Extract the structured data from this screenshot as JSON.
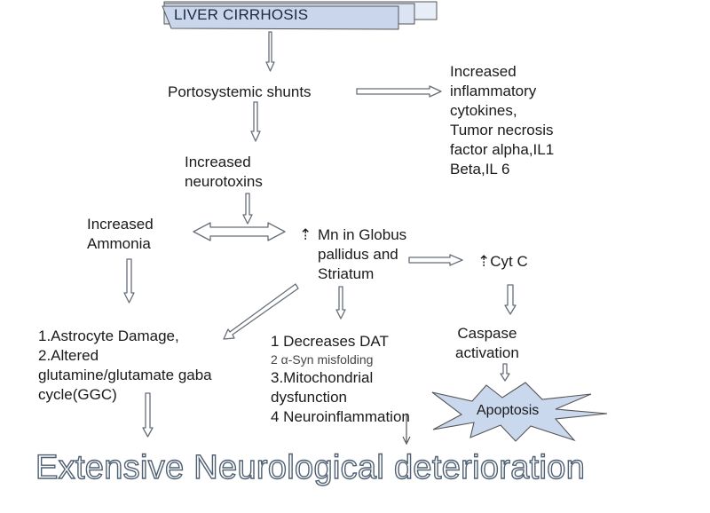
{
  "title": "LIVER CIRRHOSIS",
  "nodes": {
    "portosystemic": "Portosystemic shunts",
    "cytokines": "Increased\ninflammatory\ncytokines,\nTumor necrosis\nfactor alpha,IL1\nBeta,IL 6",
    "neurotoxins": "Increased\nneurotoxins",
    "ammonia": "Increased\nAmmonia",
    "mn_arrow": "⇡",
    "mn": "Mn in Globus\npallidus and\nStriatum",
    "cytc": "⇡Cyt C",
    "astrocyte": "1.Astrocyte Damage,\n2.Altered\nglutamine/glutamate gaba\ncycle(GGC)",
    "dat_1": "1 Decreases DAT",
    "dat_2": "2 α-Syn misfolding",
    "dat_3": "3.Mitochondrial\ndysfunction\n4 Neuroinflammation",
    "caspase": "Caspase\nactivation",
    "apoptosis": "Apoptosis"
  },
  "outcome": "Extensive Neurological deterioration",
  "colors": {
    "arrow_stroke": "#666e78",
    "arrow_fill": "#ffffff",
    "title_box": "#d3def0",
    "apoptosis_fill": "#c9d8ec",
    "outcome_outline": "#4e5f72"
  }
}
